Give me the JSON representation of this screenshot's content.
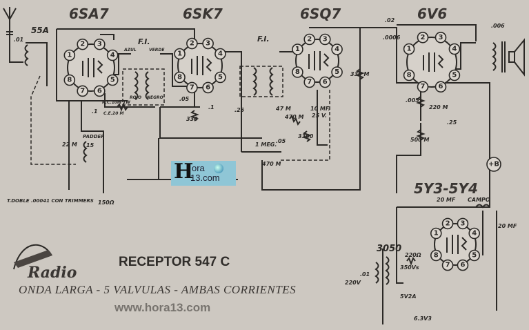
{
  "tubes": [
    {
      "name": "6SA7",
      "pins": [
        "1",
        "2",
        "3",
        "4",
        "5",
        "6",
        "7",
        "8"
      ]
    },
    {
      "name": "6SK7",
      "pins": [
        "1",
        "2",
        "3",
        "4",
        "5",
        "6",
        "7",
        "8"
      ]
    },
    {
      "name": "6SQ7",
      "pins": [
        "1",
        "2",
        "3",
        "4",
        "5",
        "6",
        "7",
        "8"
      ]
    },
    {
      "name": "6V6",
      "pins": [
        "1",
        "2",
        "3",
        "4",
        "5",
        "6",
        "7",
        "8"
      ]
    },
    {
      "name": "5Y3-5Y4",
      "pins": [
        "1",
        "2",
        "3",
        "4",
        "5",
        "6",
        "7",
        "8"
      ]
    }
  ],
  "labels": {
    "coil": "55A",
    "ant_cap": ".01",
    "fi1": "F.I.",
    "fi2": "F.I.",
    "azul": "AZUL",
    "verde": "VERDE",
    "rojo": "ROJO",
    "negro": "NEGRO",
    "rc": "R.C.10M 1W",
    "ce": "C.E.20 M",
    "c1": ".1",
    "c05": ".05",
    "r330": "330",
    "c1b": ".1",
    "c25": ".25",
    "r47": "47 M",
    "r470": "470 M",
    "c10mf": "10 MF.",
    "v25": "25 V.",
    "r3300": "3300",
    "r1meg": "1 MEG.",
    "c05b": ".05",
    "r470b": "470 M",
    "r330m": "330 M",
    "c02": ".02",
    "c0006": ".0006",
    "c006": ".006",
    "c005": ".005",
    "r220": "220 M",
    "c25b": ".25",
    "r500": "500 M",
    "bplus": "+B",
    "c20mf": "20 MF",
    "campo": "CAMPO",
    "c20mf2": "20 MF",
    "t3050": "3050",
    "r220ohm": "220Ω",
    "w350": "350Vs",
    "v220": "220V",
    "c01": ".01",
    "v5": "5V2A",
    "v63": "6.3V3",
    "padder": "PADDER",
    "p15": "15",
    "r22m": "22 M",
    "tdoble": "T.DOBLE .00041 CON TRIMMERS",
    "r150": "150Ω"
  },
  "title": "RECEPTOR 547 C",
  "subtitle": "ONDA LARGA - 5 VALVULAS - AMBAS CORRIENTES",
  "url": "www.hora13.com",
  "logo_text": "Radio",
  "watermark": {
    "h": "H",
    "ora": "ora",
    "com": "13.com"
  }
}
